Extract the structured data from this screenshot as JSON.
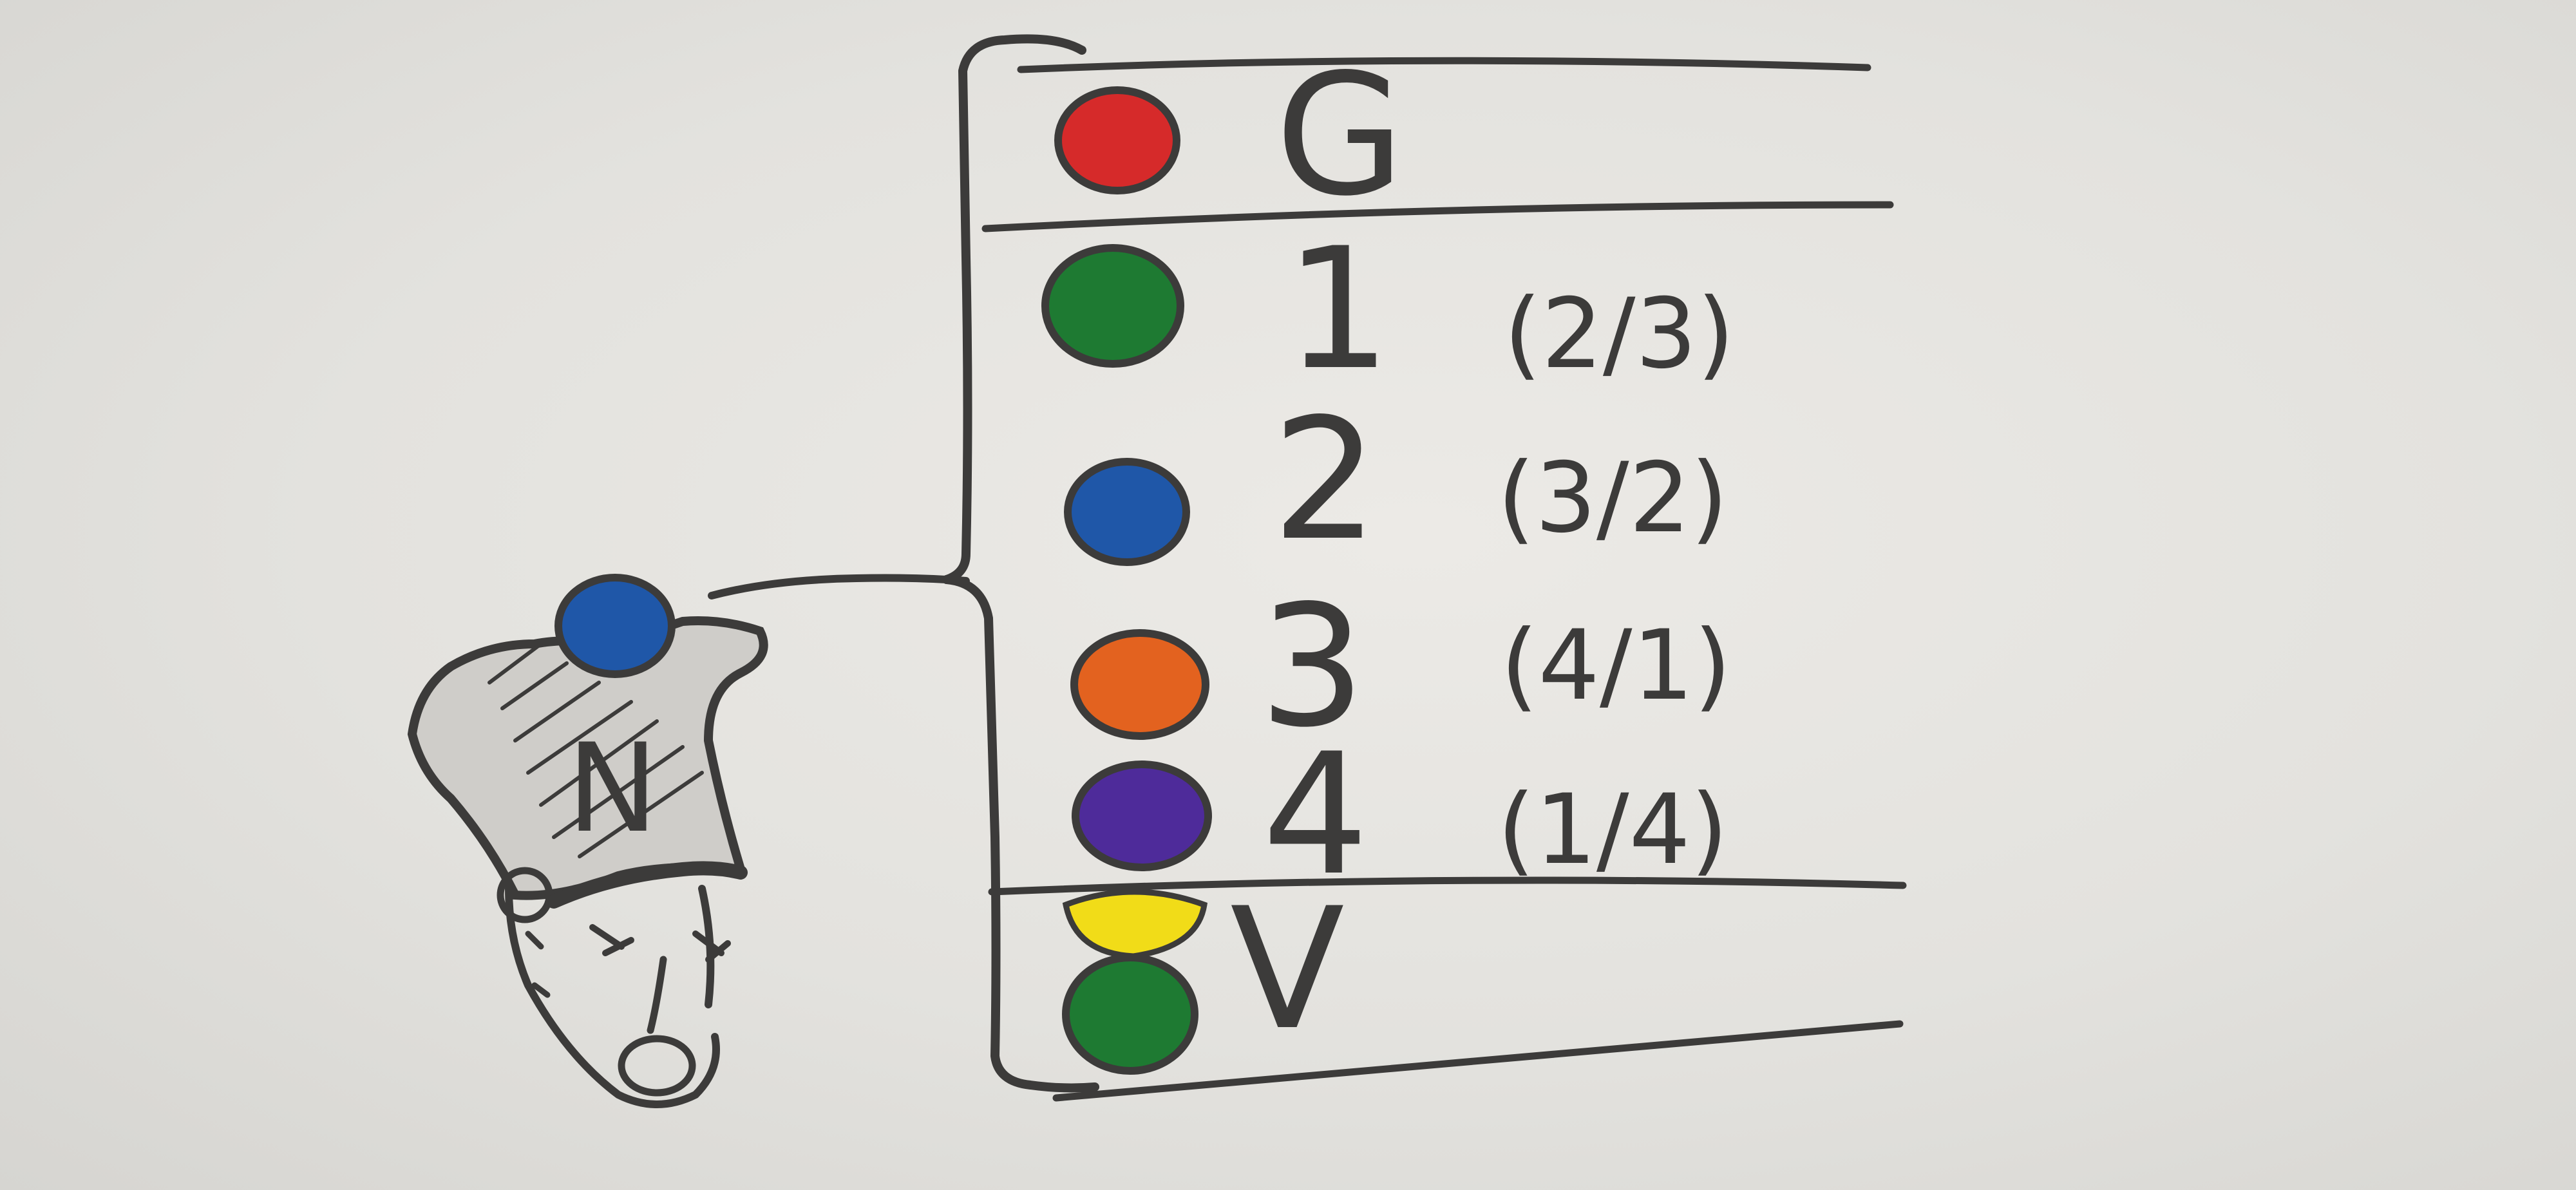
{
  "colors": {
    "ink": "#3c3b3a",
    "red": "#d62a2a",
    "green": "#1e7a32",
    "blue": "#1f57a8",
    "orange": "#e3621f",
    "purple": "#4e2b9a",
    "yellow": "#f1dc18"
  },
  "rows": [
    {
      "color": "red",
      "label": "G",
      "ratio": ""
    },
    {
      "color": "green",
      "label": "1",
      "ratio": "(2/3)"
    },
    {
      "color": "blue",
      "label": "2",
      "ratio": "(3/2)"
    },
    {
      "color": "orange",
      "label": "3",
      "ratio": "(4/1)"
    },
    {
      "color": "purple",
      "label": "4",
      "ratio": "(1/4)"
    },
    {
      "color": "yellow-green",
      "label": "V",
      "ratio": ""
    }
  ],
  "character": {
    "hat_dot_color": "blue",
    "cap_letter": "N"
  }
}
